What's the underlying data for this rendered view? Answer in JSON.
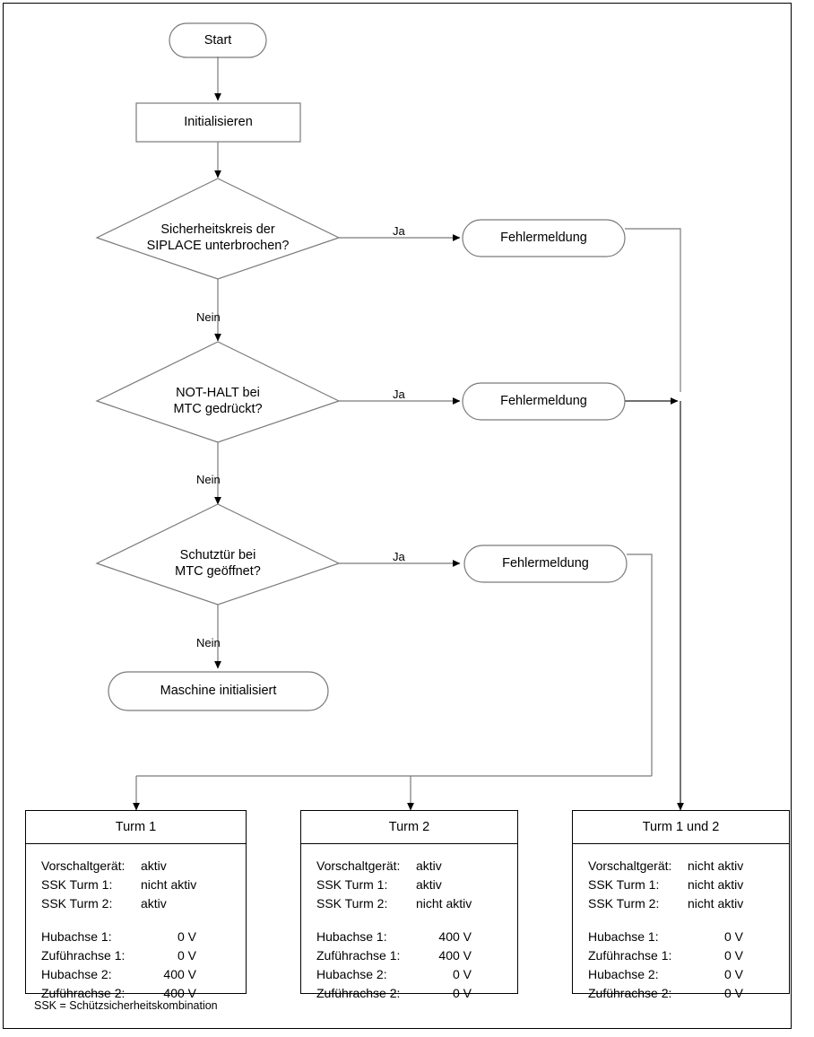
{
  "diagram": {
    "title": "Initialisierung Sicherheitsabfrage Ablaufdiagramm",
    "footnote": "SSK = Schützsicherheitskombination",
    "nodes": {
      "start": "Start",
      "initialisieren": "Initialisieren",
      "decision1": "Sicherheitskreis der\nSIPLACE unterbrochen?",
      "decision2": "NOT-HALT bei\nMTC gedrückt?",
      "decision3": "Schutztür bei\nMTC geöffnet?",
      "error1": "Fehlermeldung",
      "error2": "Fehlermeldung",
      "error3": "Fehlermeldung",
      "done": "Maschine initialisiert"
    },
    "edge_labels": {
      "ja1": "Ja",
      "ja2": "Ja",
      "ja3": "Ja",
      "nein1": "Nein",
      "nein2": "Nein",
      "nein3": "Nein"
    }
  },
  "turm_boxes": [
    {
      "title": "Turm 1",
      "rows_top": [
        {
          "key": "Vorschaltgerät:",
          "value": "aktiv"
        },
        {
          "key": "SSK Turm 1:",
          "value": "nicht aktiv"
        },
        {
          "key": "SSK Turm 2:",
          "value": "aktiv"
        }
      ],
      "rows_bottom": [
        {
          "key": "Hubachse 1:",
          "value": "0 V"
        },
        {
          "key": "Zuführachse 1:",
          "value": "0 V"
        },
        {
          "key": "Hubachse 2:",
          "value": "400 V"
        },
        {
          "key": "Zuführachse 2:",
          "value": "400 V"
        }
      ]
    },
    {
      "title": "Turm 2",
      "rows_top": [
        {
          "key": "Vorschaltgerät:",
          "value": "aktiv"
        },
        {
          "key": "SSK Turm 1:",
          "value": "aktiv"
        },
        {
          "key": "SSK Turm 2:",
          "value": "nicht aktiv"
        }
      ],
      "rows_bottom": [
        {
          "key": "Hubachse 1:",
          "value": "400 V"
        },
        {
          "key": "Zuführachse 1:",
          "value": "400 V"
        },
        {
          "key": "Hubachse 2:",
          "value": "0 V"
        },
        {
          "key": "Zuführachse 2:",
          "value": "0 V"
        }
      ]
    },
    {
      "title": "Turm 1 und 2",
      "rows_top": [
        {
          "key": "Vorschaltgerät:",
          "value": "nicht aktiv"
        },
        {
          "key": "SSK Turm 1:",
          "value": "nicht aktiv"
        },
        {
          "key": "SSK Turm 2:",
          "value": "nicht aktiv"
        }
      ],
      "rows_bottom": [
        {
          "key": "Hubachse 1:",
          "value": "0 V"
        },
        {
          "key": "Zuführachse 1:",
          "value": "0 V"
        },
        {
          "key": "Hubachse 2:",
          "value": "0 V"
        },
        {
          "key": "Zuführachse 2:",
          "value": "0 V"
        }
      ]
    }
  ],
  "colors": {
    "line": "#7a7a7a",
    "line_dark": "#000000",
    "text": "#000000",
    "background": "#ffffff"
  }
}
